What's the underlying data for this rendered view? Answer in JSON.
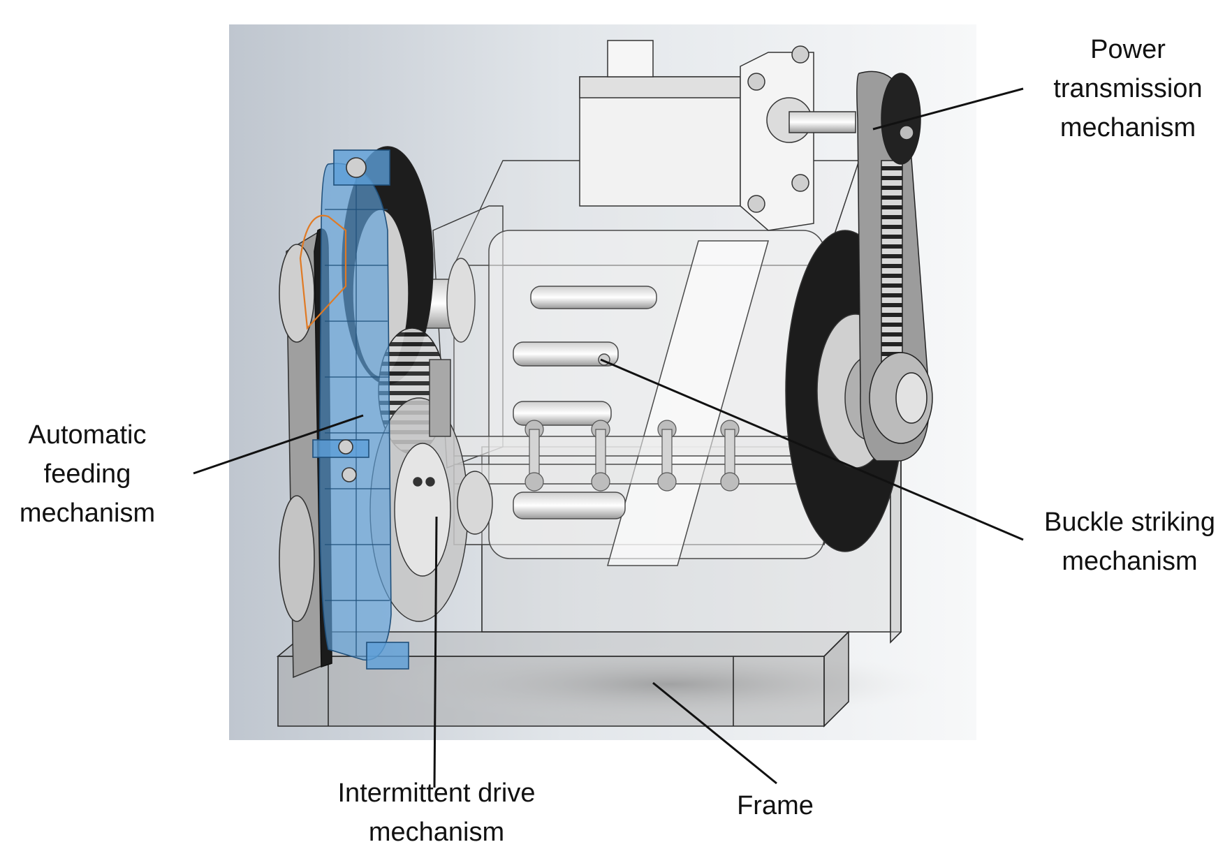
{
  "labels": {
    "power": [
      "Power",
      "transmission",
      "mechanism"
    ],
    "feeding": [
      "Automatic",
      "feeding",
      "mechanism"
    ],
    "buckle": [
      "Buckle striking",
      "mechanism"
    ],
    "intermittent": [
      "Intermittent drive",
      "mechanism"
    ],
    "frame": [
      "Frame"
    ]
  },
  "colors": {
    "leader_line": "#111111",
    "label_text": "#111111",
    "highlight_blue": "#5d9fd8",
    "highlight_orange": "#e07a24",
    "steel": "#9a9a9a",
    "belt_black": "#1b1b1b"
  }
}
